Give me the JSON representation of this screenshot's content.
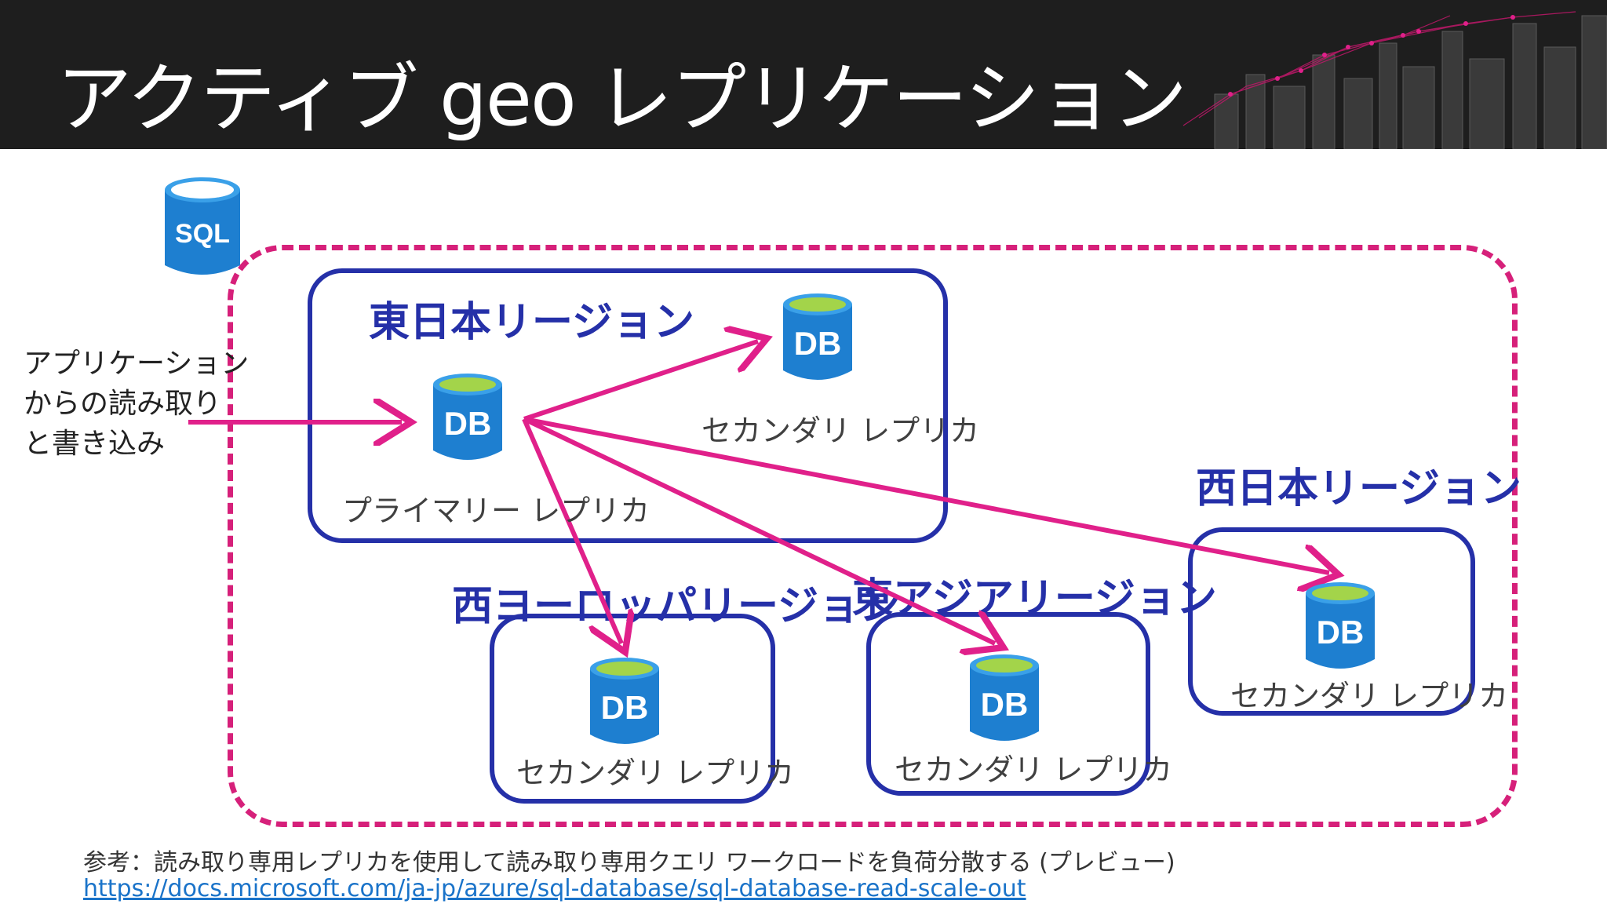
{
  "slide": {
    "title": "アクティブ geo レプリケーション"
  },
  "colors": {
    "header_bg": "#1e1e1e",
    "boundary": "#d6207a",
    "region": "#2530a8",
    "arrow": "#e0208a",
    "db_body": "#1e7fd0",
    "db_top": "#a3d44a"
  },
  "icons": {
    "sql": "SQL",
    "db": "DB"
  },
  "app": {
    "lines": [
      "アプリケーション",
      "からの読み取り",
      "と書き込み"
    ]
  },
  "regions": {
    "east_japan": {
      "label": "東日本リージョン",
      "primary_label": "プライマリー レプリカ",
      "secondary_label": "セカンダリ レプリカ"
    },
    "west_japan": {
      "label": "西日本リージョン",
      "secondary_label": "セカンダリ レプリカ"
    },
    "west_europe": {
      "label": "西ヨーロッパリージョン",
      "secondary_label": "セカンダリ レプリカ"
    },
    "east_asia": {
      "label": "東アジアリージョン",
      "secondary_label": "セカンダリ レプリカ"
    }
  },
  "reference": {
    "text": "参考：読み取り専用レプリカを使用して読み取り専用クエリ ワークロードを負荷分散する (プレビュー)",
    "url": "https://docs.microsoft.com/ja-jp/azure/sql-database/sql-database-read-scale-out"
  }
}
